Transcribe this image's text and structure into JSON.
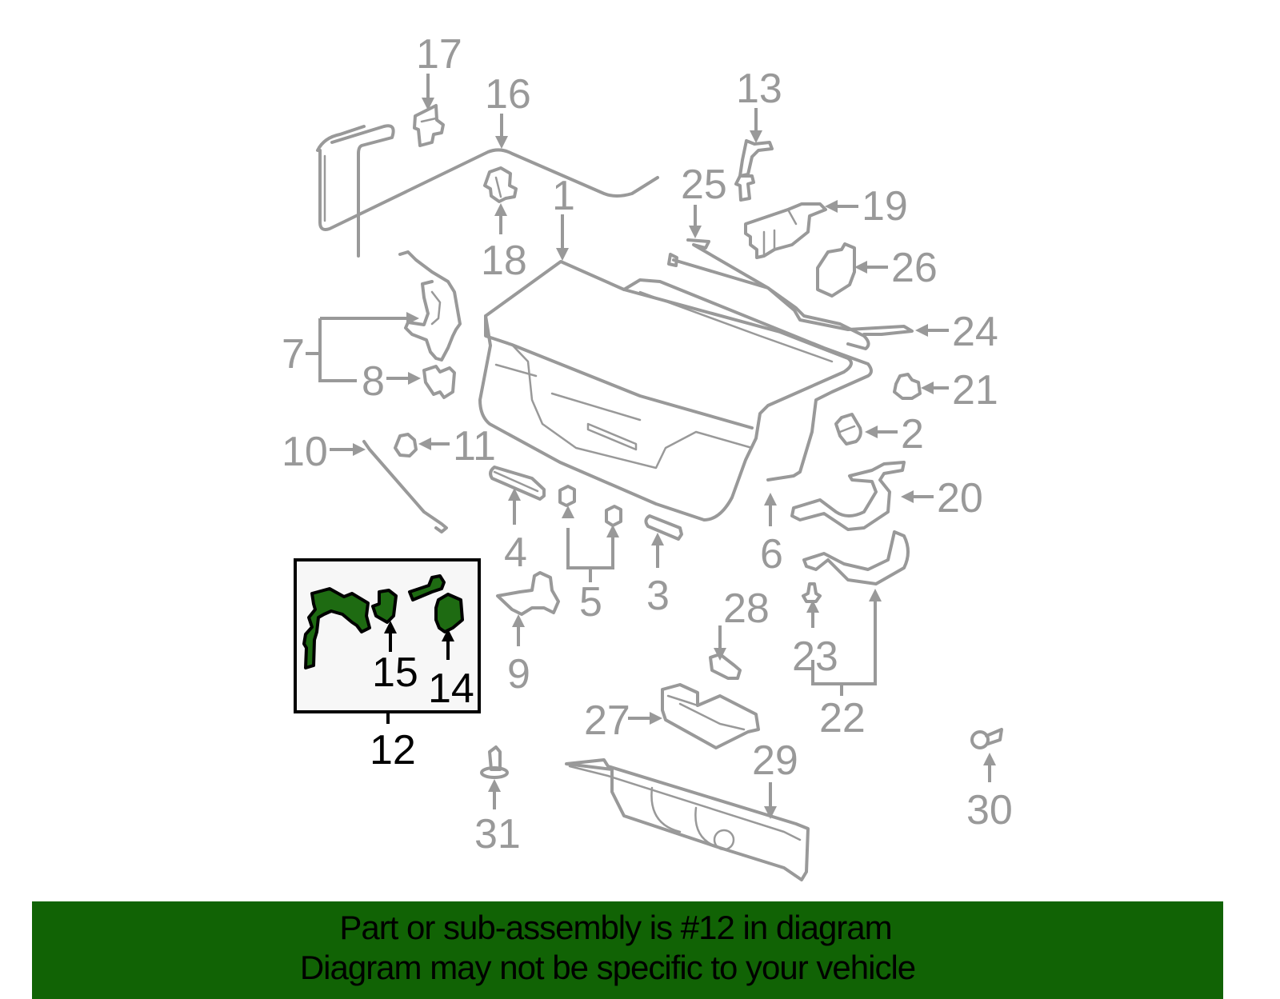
{
  "diagram": {
    "highlight_part": "12",
    "colors": {
      "part_stroke": "#999999",
      "highlight_fill": "#1e6b12",
      "highlight_stroke": "#000000",
      "callout_box_bg": "#f7f7f7",
      "banner_bg": "#116305"
    },
    "callouts": [
      {
        "id": "1",
        "label": "1"
      },
      {
        "id": "2",
        "label": "2"
      },
      {
        "id": "3",
        "label": "3"
      },
      {
        "id": "4",
        "label": "4"
      },
      {
        "id": "5",
        "label": "5"
      },
      {
        "id": "6",
        "label": "6"
      },
      {
        "id": "7",
        "label": "7"
      },
      {
        "id": "8",
        "label": "8"
      },
      {
        "id": "9",
        "label": "9"
      },
      {
        "id": "10",
        "label": "10"
      },
      {
        "id": "11",
        "label": "11"
      },
      {
        "id": "12",
        "label": "12"
      },
      {
        "id": "13",
        "label": "13"
      },
      {
        "id": "14",
        "label": "14"
      },
      {
        "id": "15",
        "label": "15"
      },
      {
        "id": "16",
        "label": "16"
      },
      {
        "id": "17",
        "label": "17"
      },
      {
        "id": "18",
        "label": "18"
      },
      {
        "id": "19",
        "label": "19"
      },
      {
        "id": "20",
        "label": "20"
      },
      {
        "id": "21",
        "label": "21"
      },
      {
        "id": "22",
        "label": "22"
      },
      {
        "id": "23",
        "label": "23"
      },
      {
        "id": "24",
        "label": "24"
      },
      {
        "id": "25",
        "label": "25"
      },
      {
        "id": "26",
        "label": "26"
      },
      {
        "id": "27",
        "label": "27"
      },
      {
        "id": "28",
        "label": "28"
      },
      {
        "id": "29",
        "label": "29"
      },
      {
        "id": "30",
        "label": "30"
      },
      {
        "id": "31",
        "label": "31"
      }
    ]
  },
  "banner": {
    "line1": "Part or sub-assembly is #12 in diagram",
    "line2": "Diagram may not be specific to your vehicle"
  }
}
